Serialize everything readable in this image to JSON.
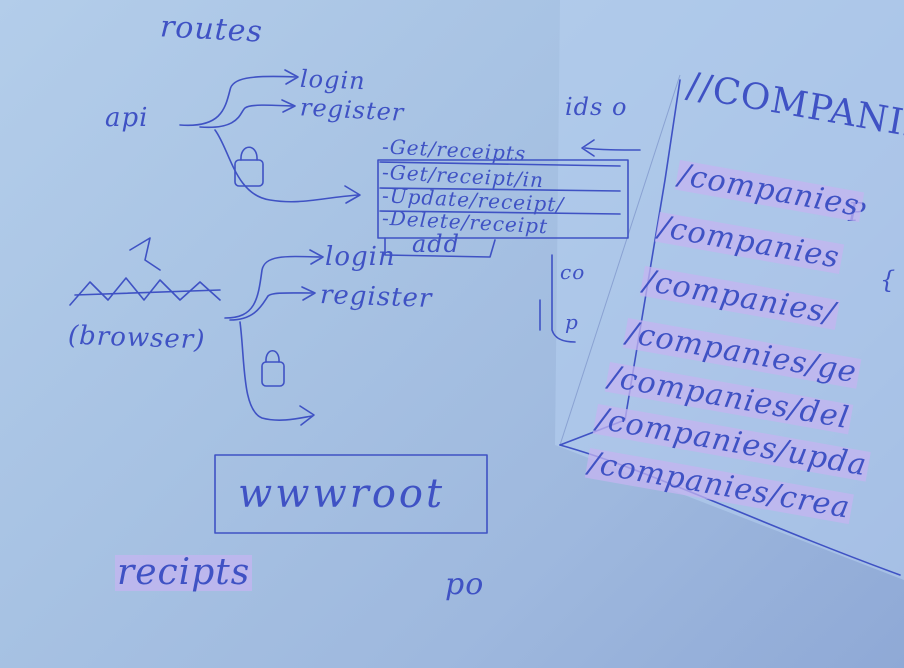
{
  "left_sheet": {
    "routes_heading": "routes",
    "api_label": "api",
    "api_routes": [
      "login",
      "register"
    ],
    "receipts_endpoints": [
      "-Get/receipts",
      "-Get/receipt/in",
      "-Update/receipt/",
      "-Delete/receipt"
    ],
    "add_label": "add",
    "ids_label": "ids o",
    "browser_label": "(browser)",
    "browser_routes": [
      "login",
      "register"
    ],
    "wwwroot_label": "wwwroot",
    "recipts_label": "recipts",
    "partial_co": "co",
    "partial_p": "p",
    "partial_po": "po"
  },
  "right_sheet": {
    "heading": "//COMPANIE",
    "heading_extra_char": "P",
    "brace_char": "{",
    "routes": [
      "/companies",
      "/companies",
      "/companies/",
      "/companies/ge",
      "/companies/del",
      "/companies/upda",
      "/companies/crea"
    ]
  },
  "colors": {
    "ink": "#3f52c4",
    "highlight": "#c4b4f0",
    "paper": "#b3cdea"
  }
}
